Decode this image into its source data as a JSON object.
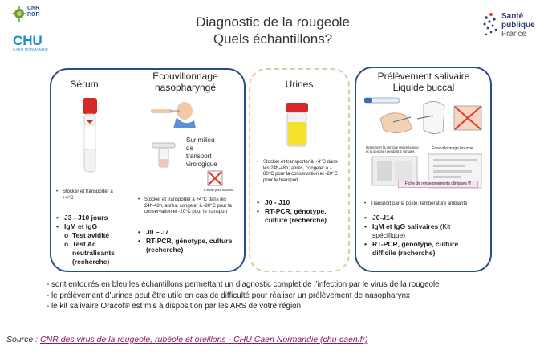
{
  "logos": {
    "cnr_line1": "CNR",
    "cnr_line2": "ROR",
    "chu_big": "CHU",
    "chu_small": "CAEN NORMANDIE",
    "sp_line1": "Santé",
    "sp_line2": "publique",
    "sp_line3": "France"
  },
  "title": {
    "line1": "Diagnostic de la rougeole",
    "line2": "Quels échantillons?"
  },
  "serum": {
    "heading": "Sérum",
    "storage": [
      "Stocker et transporter à",
      "+4°C"
    ],
    "items": [
      {
        "bullet": "•",
        "text": "J3 - J10 jours"
      },
      {
        "bullet": "•",
        "text": "IgM et IgG"
      }
    ],
    "subitems": [
      {
        "bullet": "o",
        "text": "Test avidité"
      },
      {
        "bullet": "o",
        "text": "Test Ac"
      },
      {
        "bullet": "",
        "text": "neutralisants"
      },
      {
        "bullet": "",
        "text": "(recherche)"
      }
    ]
  },
  "ecouv": {
    "heading_line1": "Écouvillonnage",
    "heading_line2": "nasopharyngé",
    "milieu": [
      "Sur milieu",
      "de",
      "transport",
      "virologique"
    ],
    "swab_note": "e-swab pour bactério",
    "storage": [
      "Stocker et transporter à +4°C dans les",
      "24h-48h; après, congeler à -80°C pour la",
      "conservation et -20°C pour le transport"
    ],
    "items": [
      {
        "bullet": "•",
        "text": "J0 – J7"
      },
      {
        "bullet": "•",
        "text": "RT-PCR, génotype, culture"
      },
      {
        "bullet": "",
        "text": "(recherche)"
      }
    ]
  },
  "urines": {
    "heading": "Urines",
    "storage": [
      "Stocker et transporter à +4°C dans",
      "les 24h-48h; après, congeler à -",
      "80°C pour la conservation et -20°C",
      "pour le transport"
    ],
    "items": [
      {
        "bullet": "•",
        "text": "J0 - J10"
      },
      {
        "bullet": "•",
        "text": "RT-PCR, génotype,"
      },
      {
        "bullet": "",
        "text": "culture (recherche)"
      }
    ]
  },
  "salivaire": {
    "heading_line1": "Prélèvement salivaire",
    "heading_line2": "Liquide buccal",
    "caption_left": [
      "tamponner la gencive (entre la joue",
      "et la gencive) pendant 2 minutes"
    ],
    "caption_right": "Écouvillonnage bouche",
    "fiche": "Fiche de renseignements cliniques !!!",
    "transport": "Transport par la poste, température ambiante",
    "items": [
      {
        "bullet": "•",
        "text": "J0-J14"
      },
      {
        "bullet": "•",
        "text": "IgM et IgG salivaires",
        "extra": " (Kit"
      },
      {
        "bullet": "",
        "text": "",
        "extra": "spécifique)"
      },
      {
        "bullet": "•",
        "text": "RT-PCR, génotype, culture"
      },
      {
        "bullet": "",
        "text": "difficile (recherche)"
      }
    ]
  },
  "notes": [
    "- sont entourés en bleu les échantillons permettant un diagnostic complet de l’infection par le virus de la rougeole",
    "- le prélèvement d’urines peut être utile en cas de difficulté pour réaliser un prélèvement de nasopharynx",
    "- le kit salivaire Oracol® est mis à disposition par les ARS de votre région"
  ],
  "source": {
    "label": "Source : ",
    "link": "CNR des virus de la rougeole, rubéole et oreillons - CHU Caen Normandie (chu-caen.fr)"
  },
  "colors": {
    "panel_border": "#2a4c8c",
    "dashed_border": "#d8cda8",
    "chu_blue": "#1a8fd0",
    "link": "#8a1a5a"
  }
}
